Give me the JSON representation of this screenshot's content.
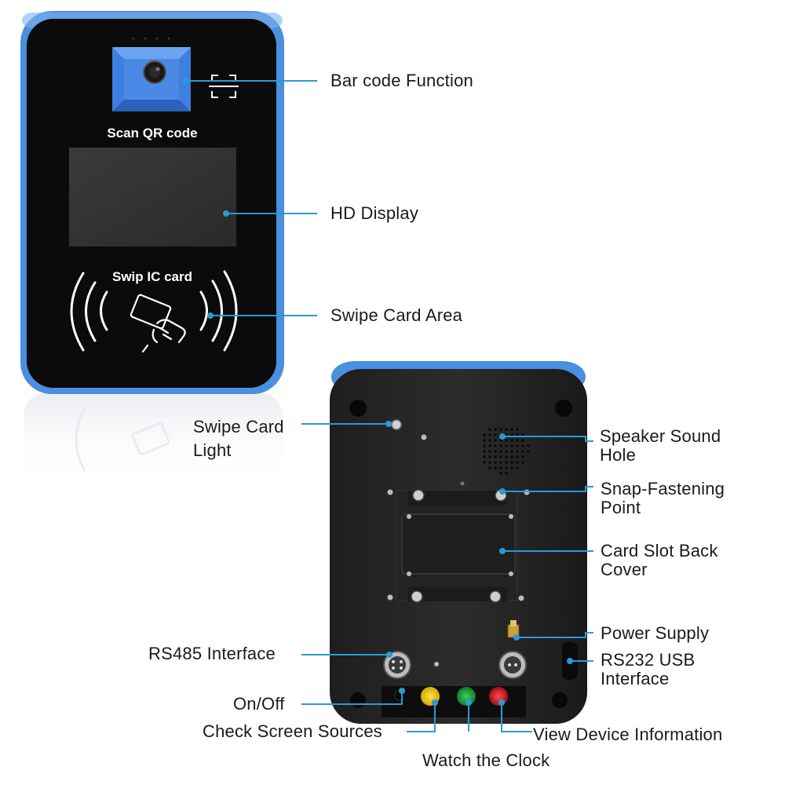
{
  "front": {
    "scan_label": "Scan QR code",
    "swipe_label": "Swip IC card"
  },
  "callouts": {
    "bar_code": "Bar code Function",
    "hd_display": "HD Display",
    "swipe_area": "Swipe Card Area",
    "swipe_light": "Swipe Card\nLight",
    "speaker": "Speaker Sound\nHole",
    "snap": "Snap-Fastening\nPoint",
    "card_slot": "Card Slot Back\nCover",
    "power": "Power Supply",
    "rs232": "RS232 USB\nInterface",
    "rs485": "RS485 Interface",
    "onoff": "On/Off",
    "check_screen": "Check Screen Sources",
    "view_info": "View Device Information",
    "clock": "Watch the Clock"
  },
  "colors": {
    "leader": "#2a9ad8",
    "device_blue": "#4a8fe0",
    "device_black": "#0b0b0b",
    "button_yellow": "#f2c400",
    "button_green": "#22a03c",
    "button_red": "#d8202a"
  }
}
